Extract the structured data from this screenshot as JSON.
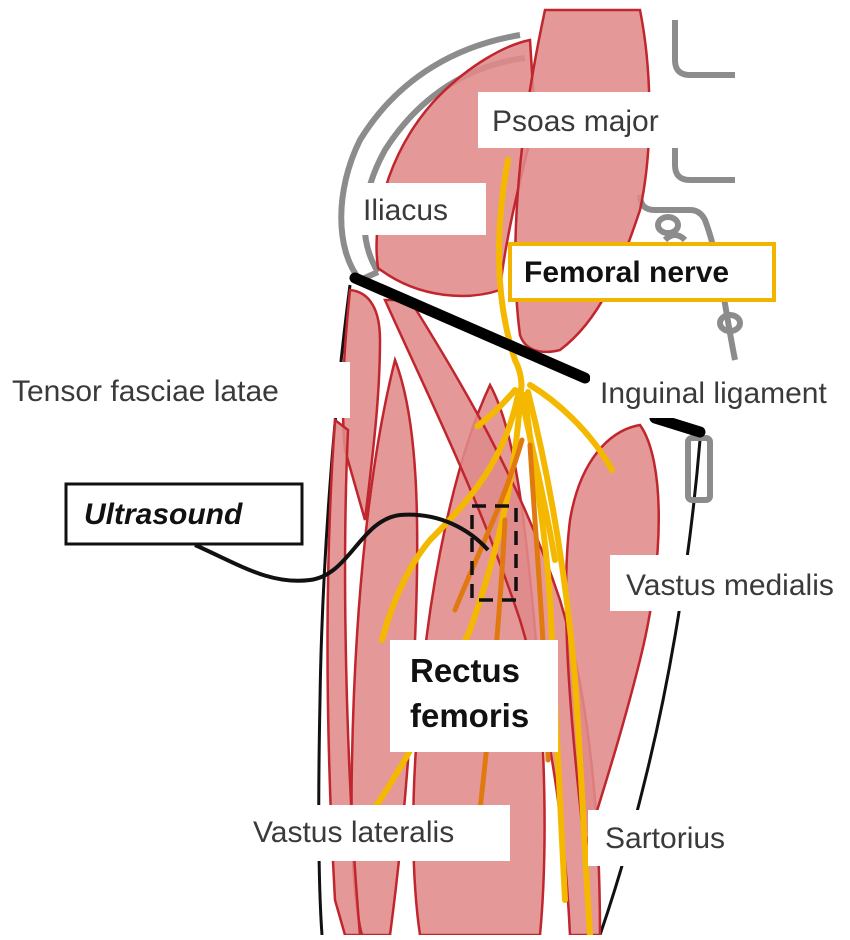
{
  "labels": {
    "psoas_major": "Psoas major",
    "iliacus": "Iliacus",
    "femoral_nerve": "Femoral nerve",
    "tensor_fasciae_latae": "Tensor fasciae latae",
    "inguinal_ligament": "Inguinal ligament",
    "ultrasound": "Ultrasound",
    "vastus_medialis": "Vastus medialis",
    "rectus_femoris_line1": "Rectus",
    "rectus_femoris_line2": "femoris",
    "vastus_lateralis": "Vastus lateralis",
    "sartorius": "Sartorius"
  },
  "colors": {
    "muscle_fill": "#e08a8a",
    "muscle_stroke": "#c0262d",
    "nerve": "#f5b800",
    "nerve_dark": "#e07a10",
    "bone": "#8c8c8c",
    "ligament": "#000000",
    "highlight_box": "#f2b400"
  }
}
